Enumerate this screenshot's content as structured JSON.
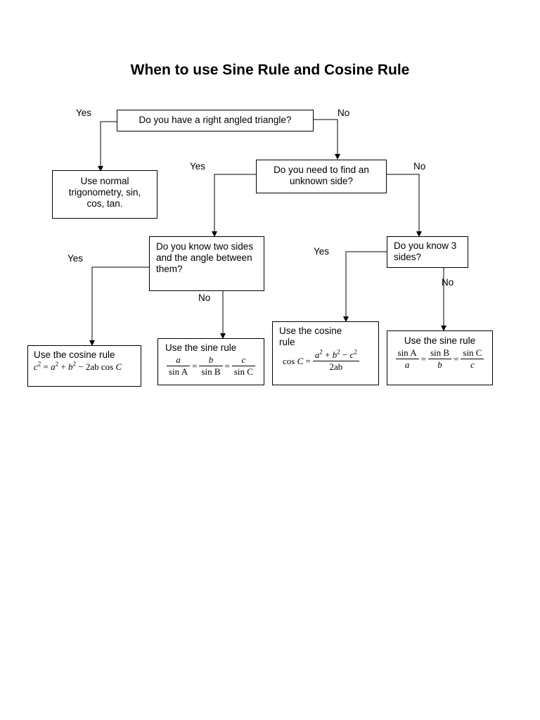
{
  "title": "When to use Sine Rule and Cosine Rule",
  "nodes": {
    "q_right_angle": "Do you have a right angled triangle?",
    "normal_trig": "Use normal trigonometry, sin, cos, tan.",
    "q_find_side": "Do you need to find an unknown side?",
    "q_two_sides_angle": "Do you know two sides and the angle between them?",
    "q_three_sides": "Do you know 3 sides?",
    "cosine_rule_side": "Use the cosine rule",
    "sine_rule_side": "Use the sine rule",
    "cosine_rule_angle": "Use the cosine rule",
    "sine_rule_angle": "Use the sine rule"
  },
  "labels": {
    "yes": "Yes",
    "no": "No"
  },
  "formulas": {
    "cosine_side": {
      "c": "c",
      "a": "a",
      "b": "b",
      "two_ab": "2ab",
      "cosC": "cos",
      "C": "C"
    },
    "sine_side": {
      "a": "a",
      "b": "b",
      "c": "c",
      "sinA": "sin A",
      "sinB": "sin B",
      "sinC": "sin C"
    },
    "cosine_angle": {
      "cosC": "cos",
      "C": "C",
      "a": "a",
      "b": "b",
      "c": "c",
      "den": "2ab"
    },
    "sine_angle": {
      "sinA": "sin A",
      "sinB": "sin B",
      "sinC": "sin C",
      "a": "a",
      "b": "b",
      "c": "c"
    }
  }
}
